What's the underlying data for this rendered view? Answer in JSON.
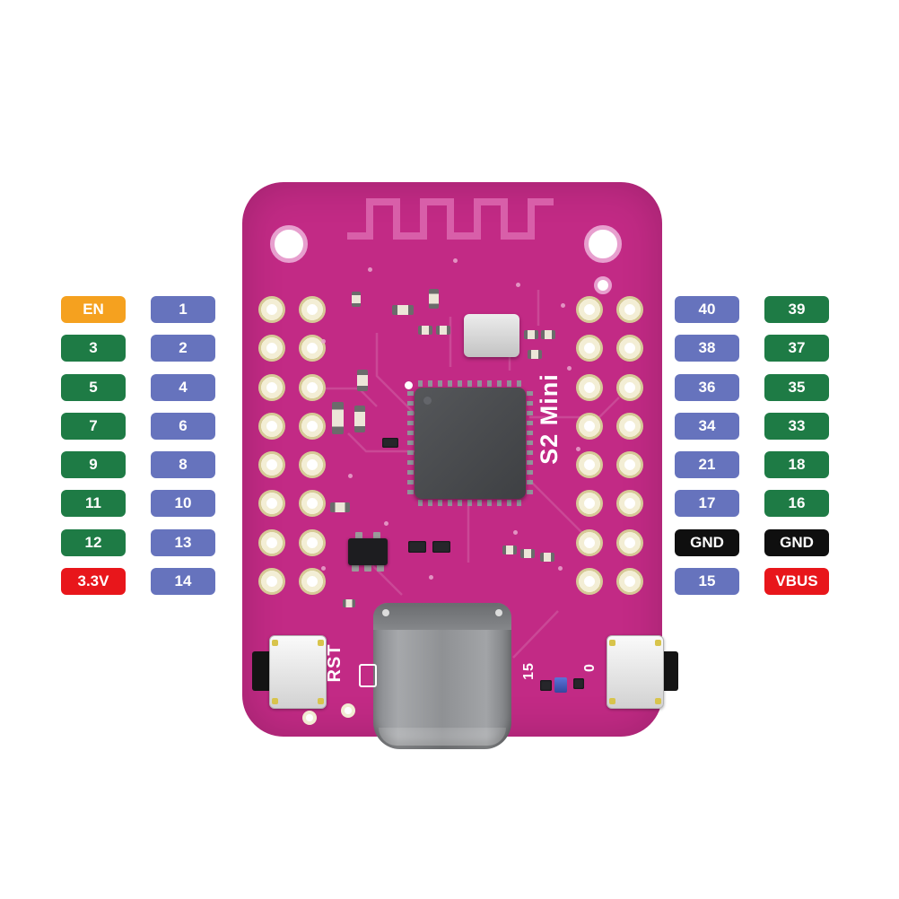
{
  "board_color": "#c22a85",
  "pin_colors": {
    "orange": "#F5A11F",
    "green": "#1E7B45",
    "purple": "#6673BD",
    "red": "#E8161B",
    "black": "#0F0F0F"
  },
  "silkscreen": {
    "chip": "S2 Mini",
    "reset": "RST",
    "pin15": "15",
    "boot": "0"
  },
  "left_pins": [
    {
      "outer_label": "EN",
      "outer_type": "orange",
      "inner_label": "1",
      "inner_type": "purple"
    },
    {
      "outer_label": "3",
      "outer_type": "green",
      "inner_label": "2",
      "inner_type": "purple"
    },
    {
      "outer_label": "5",
      "outer_type": "green",
      "inner_label": "4",
      "inner_type": "purple"
    },
    {
      "outer_label": "7",
      "outer_type": "green",
      "inner_label": "6",
      "inner_type": "purple"
    },
    {
      "outer_label": "9",
      "outer_type": "green",
      "inner_label": "8",
      "inner_type": "purple"
    },
    {
      "outer_label": "11",
      "outer_type": "green",
      "inner_label": "10",
      "inner_type": "purple"
    },
    {
      "outer_label": "12",
      "outer_type": "green",
      "inner_label": "13",
      "inner_type": "purple"
    },
    {
      "outer_label": "3.3V",
      "outer_type": "red",
      "inner_label": "14",
      "inner_type": "purple"
    }
  ],
  "right_pins": [
    {
      "inner_label": "40",
      "inner_type": "purple",
      "outer_label": "39",
      "outer_type": "green"
    },
    {
      "inner_label": "38",
      "inner_type": "purple",
      "outer_label": "37",
      "outer_type": "green"
    },
    {
      "inner_label": "36",
      "inner_type": "purple",
      "outer_label": "35",
      "outer_type": "green"
    },
    {
      "inner_label": "34",
      "inner_type": "purple",
      "outer_label": "33",
      "outer_type": "green"
    },
    {
      "inner_label": "21",
      "inner_type": "purple",
      "outer_label": "18",
      "outer_type": "green"
    },
    {
      "inner_label": "17",
      "inner_type": "purple",
      "outer_label": "16",
      "outer_type": "green"
    },
    {
      "inner_label": "GND",
      "inner_type": "black",
      "outer_label": "GND",
      "outer_type": "black"
    },
    {
      "inner_label": "15",
      "inner_type": "purple",
      "outer_label": "VBUS",
      "outer_type": "red"
    }
  ]
}
